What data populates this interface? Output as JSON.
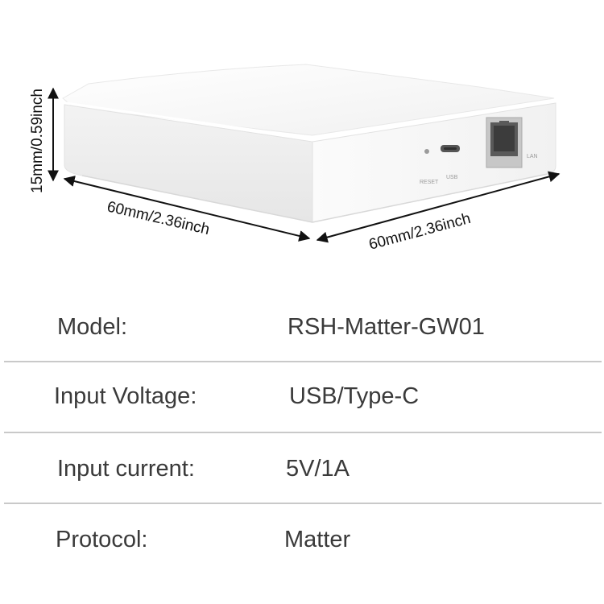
{
  "figure": {
    "height_dimension": "15mm/0.59inch",
    "front_width_dimension": "60mm/2.36inch",
    "side_depth_dimension": "60mm/2.36inch",
    "port_labels": {
      "reset": "RESET",
      "usb": "USB",
      "lan": "LAN"
    }
  },
  "specs": [
    {
      "label": "Model:",
      "value": "RSH-Matter-GW01"
    },
    {
      "label": "Input Voltage:",
      "value": "USB/Type-C"
    },
    {
      "label": "Input current:",
      "value": "5V/1A"
    },
    {
      "label": "Protocol:",
      "value": "Matter"
    }
  ],
  "colors": {
    "device_body": "#f4f4f4",
    "divider": "#c9c9c9",
    "text": "#3a3a3a"
  }
}
